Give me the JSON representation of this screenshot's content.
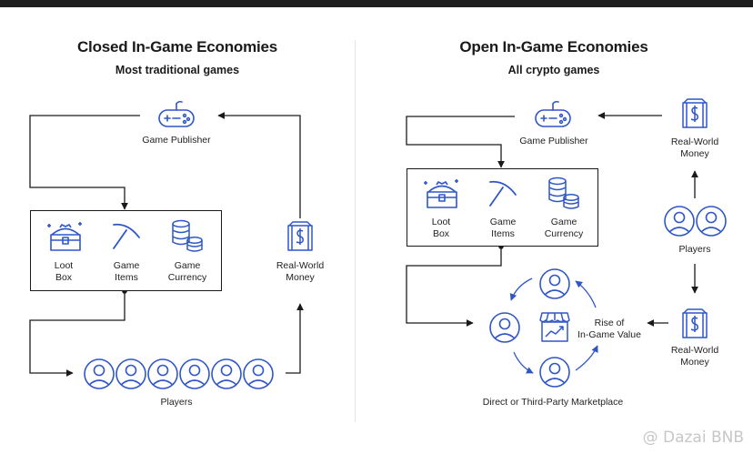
{
  "left": {
    "title": "Closed In-Game Economies",
    "subtitle": "Most traditional games",
    "publisher": "Game Publisher",
    "loot_box": [
      "Loot",
      "Box"
    ],
    "game_items": [
      "Game",
      "Items"
    ],
    "game_currency": [
      "Game",
      "Currency"
    ],
    "real_world_money": [
      "Real-World",
      "Money"
    ],
    "players": "Players"
  },
  "right": {
    "title": "Open In-Game Economies",
    "subtitle": "All crypto games",
    "publisher": "Game Publisher",
    "loot_box": [
      "Loot",
      "Box"
    ],
    "game_items": [
      "Game",
      "Items"
    ],
    "game_currency": [
      "Game",
      "Currency"
    ],
    "real_world_money_top": [
      "Real-World",
      "Money"
    ],
    "players": "Players",
    "real_world_money_bottom": [
      "Real-World",
      "Money"
    ],
    "rise_of_value": [
      "Rise of",
      "In-Game Value"
    ],
    "marketplace": "Direct or Third-Party Marketplace"
  },
  "watermark": "@ Dazai BNB",
  "colors": {
    "icon_blue": "#2f56c8",
    "line": "#1a1a1a"
  },
  "icons": [
    "gamepad-icon",
    "treasure-chest-icon",
    "pickaxe-icon",
    "coins-icon",
    "money-box-icon",
    "user-avatar-icon",
    "store-chart-icon"
  ]
}
